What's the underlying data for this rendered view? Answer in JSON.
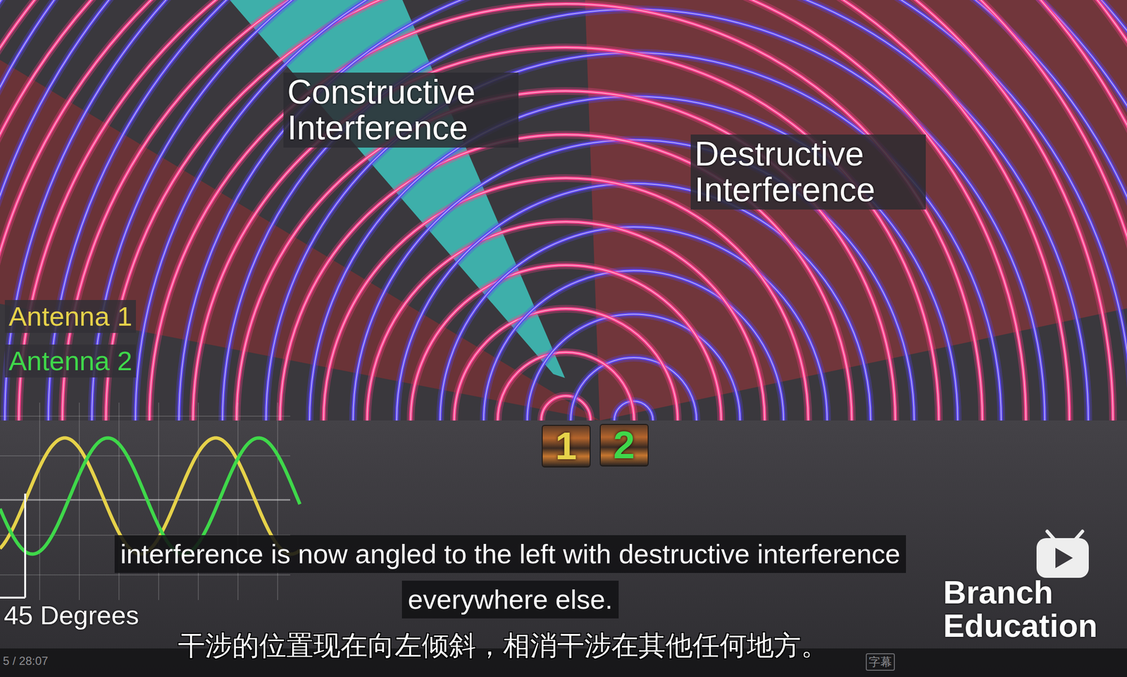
{
  "diagram": {
    "nodes": [
      {
        "text": [
          "1"
        ]
      },
      {
        "text": [
          "2"
        ]
      }
    ],
    "labels": [
      "Constructive Interference",
      "Destructive Interference",
      "45 Degrees",
      "interference is now angled to the left with destructive interference",
      "everywhere else.",
      "干涉的位置现在向左倾斜，相消干涉在其他任何地方。",
      "Branch Education",
      "5 / 28:07",
      "字幕"
    ],
    "legend": [
      {
        "text": "Antenna 1",
        "color": "#e6d24a"
      },
      {
        "text": "Antenna 2",
        "color": "#3fd84a"
      }
    ]
  }
}
